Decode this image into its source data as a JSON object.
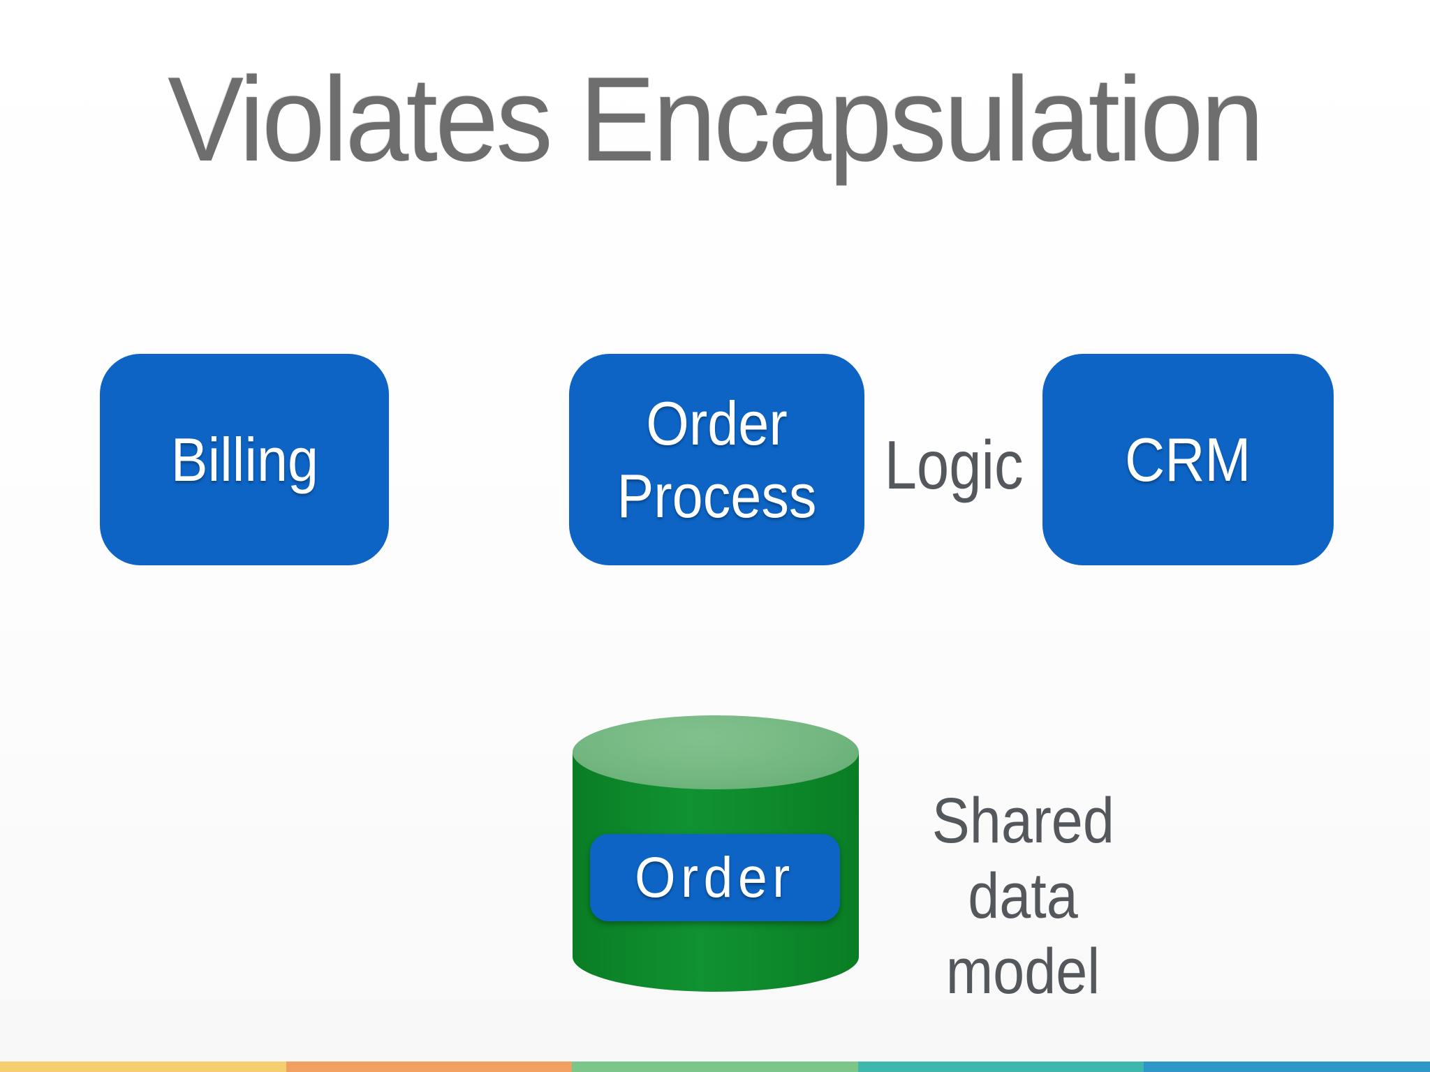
{
  "slide": {
    "title": "Violates Encapsulation",
    "services": {
      "billing_label": "Billing",
      "order_process_label": "Order Process",
      "crm_label": "CRM",
      "logic_label": "Logic"
    },
    "database": {
      "order_label": "Order",
      "caption_line1": "Shared",
      "caption_line2": "data model"
    },
    "colors": {
      "service_box_blue": "#0D64C4",
      "cylinder_body_green": "#0E8A2B",
      "cylinder_top_green": "#75B882",
      "title_gray": "#6E6E6E",
      "caption_gray": "#54575C"
    },
    "footer_stripe_colors": [
      "#F5CE6F",
      "#F0A161",
      "#7BC688",
      "#3EB8AC",
      "#2E97C8"
    ]
  }
}
